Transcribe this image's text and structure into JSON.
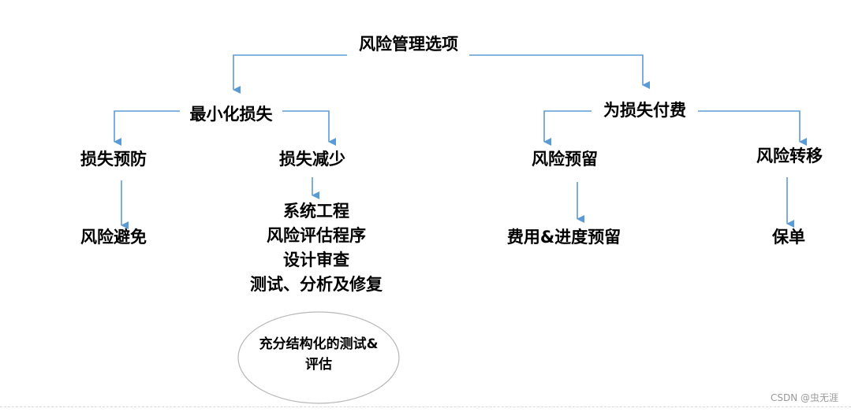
{
  "root": "风险管理选项",
  "branches": {
    "left": "最小化损失",
    "right": "为损失付费"
  },
  "level2": {
    "prevention": "损失预防",
    "reduction": "损失减少",
    "retention": "风险预留",
    "transfer": "风险转移"
  },
  "level3": {
    "avoidance": "风险避免",
    "reduction_items": [
      "系统工程",
      "风险评估程序",
      "设计审查",
      "测试、分析及修复"
    ],
    "cost": "费用&进度预留",
    "insurance": "保单"
  },
  "ellipse": {
    "line1": "充分结构化的测试&",
    "line2": "评估"
  },
  "colors": {
    "connector": "#5b9bd5",
    "ellipse_border": "#b7b7b7"
  },
  "watermark": "CSDN @虫无涯"
}
